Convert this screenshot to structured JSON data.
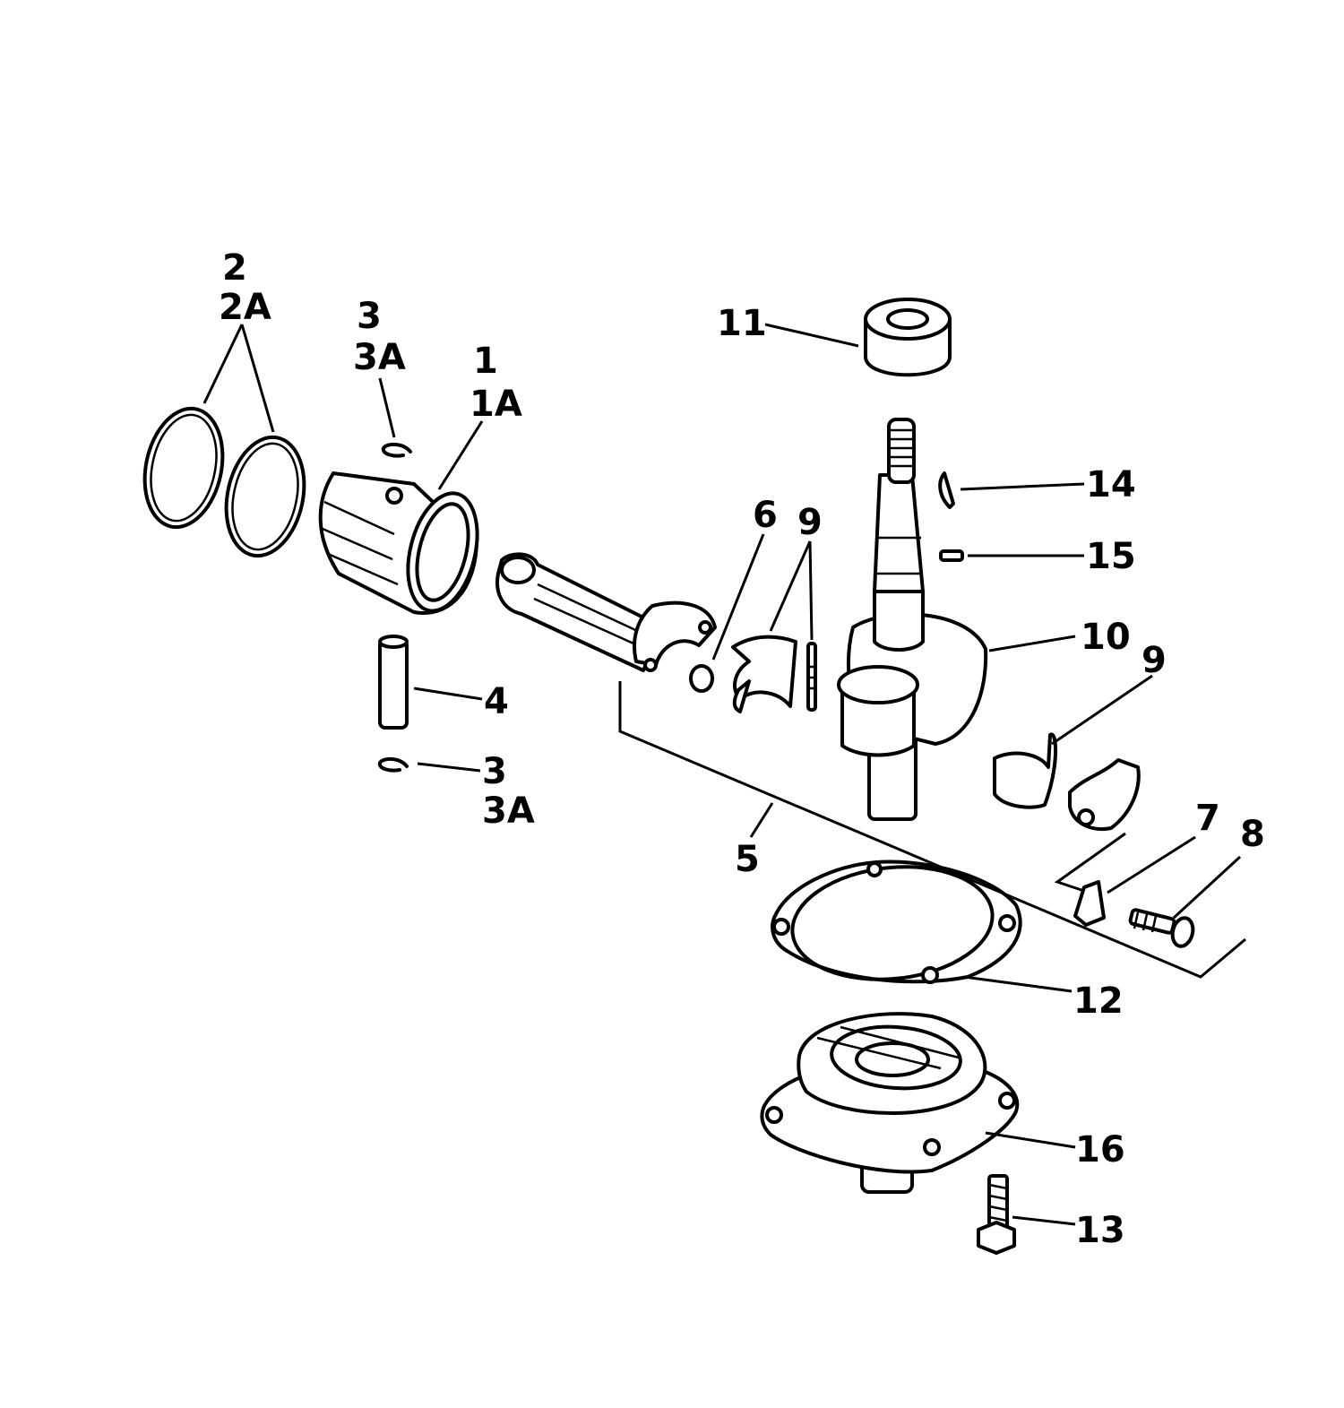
{
  "callouts": {
    "c1": "1",
    "c1a": "1A",
    "c2": "2",
    "c2a": "2A",
    "c3top": "3",
    "c3atop": "3A",
    "c3bot": "3",
    "c3abot": "3A",
    "c4": "4",
    "c5": "5",
    "c6": "6",
    "c7": "7",
    "c8": "8",
    "c9a": "9",
    "c9b": "9",
    "c10": "10",
    "c11": "11",
    "c12": "12",
    "c13": "13",
    "c14": "14",
    "c15": "15",
    "c16": "16"
  }
}
